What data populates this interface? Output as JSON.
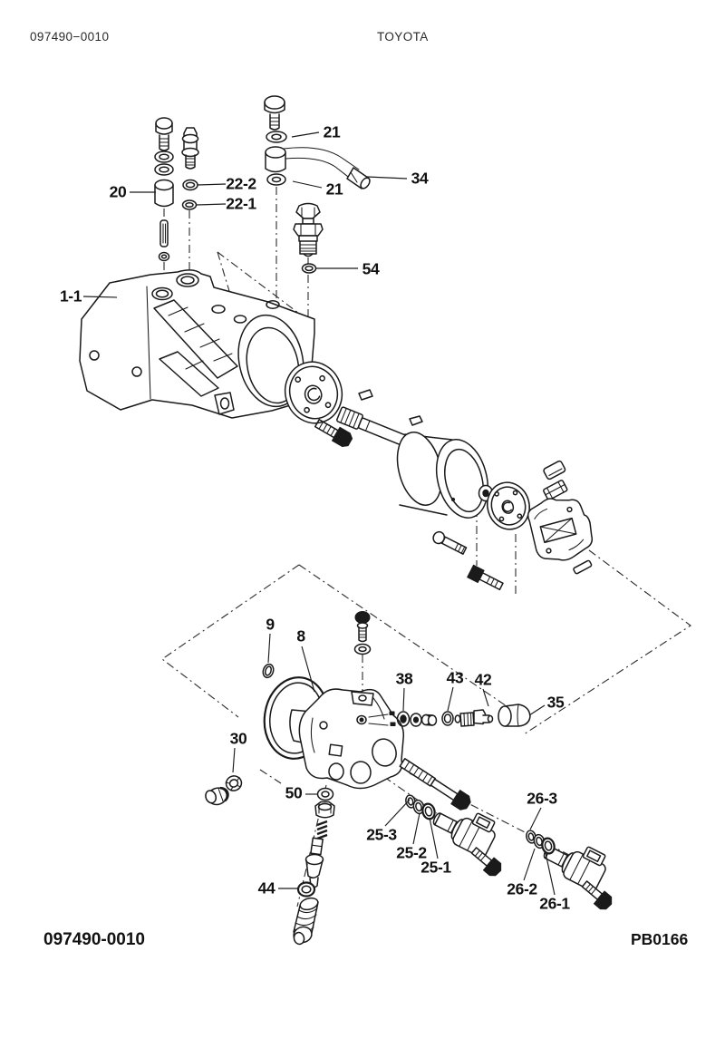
{
  "header": {
    "doc_number": "097490−0010",
    "brand": "TOYOTA"
  },
  "footer": {
    "part_number": "097490-0010",
    "figure_code": "PB0166"
  },
  "diagram": {
    "callouts": [
      {
        "label": "21"
      },
      {
        "label": "34"
      },
      {
        "label": "21"
      },
      {
        "label": "22-2"
      },
      {
        "label": "22-1"
      },
      {
        "label": "20"
      },
      {
        "label": "54"
      },
      {
        "label": "1-1"
      },
      {
        "label": "9"
      },
      {
        "label": "8"
      },
      {
        "label": "38"
      },
      {
        "label": "43"
      },
      {
        "label": "42"
      },
      {
        "label": "35"
      },
      {
        "label": "30"
      },
      {
        "label": "50"
      },
      {
        "label": "25-3"
      },
      {
        "label": "25-2"
      },
      {
        "label": "25-1"
      },
      {
        "label": "44"
      },
      {
        "label": "26-3"
      },
      {
        "label": "26-2"
      },
      {
        "label": "26-1"
      }
    ]
  }
}
